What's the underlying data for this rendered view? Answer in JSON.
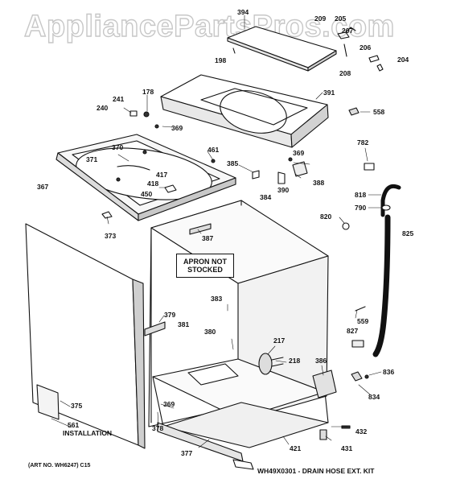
{
  "watermark": "AppliancePartsPros.com",
  "callouts": [
    {
      "id": "394",
      "label": "394"
    },
    {
      "id": "209",
      "label": "209"
    },
    {
      "id": "205",
      "label": "205"
    },
    {
      "id": "207",
      "label": "207"
    },
    {
      "id": "198",
      "label": "198"
    },
    {
      "id": "206",
      "label": "206"
    },
    {
      "id": "204",
      "label": "204"
    },
    {
      "id": "208",
      "label": "208"
    },
    {
      "id": "178",
      "label": "178"
    },
    {
      "id": "241",
      "label": "241"
    },
    {
      "id": "240",
      "label": "240"
    },
    {
      "id": "391",
      "label": "391"
    },
    {
      "id": "558",
      "label": "558"
    },
    {
      "id": "369a",
      "label": "369"
    },
    {
      "id": "782",
      "label": "782"
    },
    {
      "id": "370",
      "label": "370"
    },
    {
      "id": "461",
      "label": "461"
    },
    {
      "id": "369b",
      "label": "369"
    },
    {
      "id": "371",
      "label": "371"
    },
    {
      "id": "417",
      "label": "417"
    },
    {
      "id": "385",
      "label": "385"
    },
    {
      "id": "418",
      "label": "418"
    },
    {
      "id": "367",
      "label": "367"
    },
    {
      "id": "390",
      "label": "390"
    },
    {
      "id": "388",
      "label": "388"
    },
    {
      "id": "450",
      "label": "450"
    },
    {
      "id": "384",
      "label": "384"
    },
    {
      "id": "818",
      "label": "818"
    },
    {
      "id": "790",
      "label": "790"
    },
    {
      "id": "820",
      "label": "820"
    },
    {
      "id": "373",
      "label": "373"
    },
    {
      "id": "387",
      "label": "387"
    },
    {
      "id": "825",
      "label": "825"
    },
    {
      "id": "383",
      "label": "383"
    },
    {
      "id": "379",
      "label": "379"
    },
    {
      "id": "559",
      "label": "559"
    },
    {
      "id": "381",
      "label": "381"
    },
    {
      "id": "380",
      "label": "380"
    },
    {
      "id": "827",
      "label": "827"
    },
    {
      "id": "217",
      "label": "217"
    },
    {
      "id": "218",
      "label": "218"
    },
    {
      "id": "386",
      "label": "386"
    },
    {
      "id": "836",
      "label": "836"
    },
    {
      "id": "375",
      "label": "375"
    },
    {
      "id": "834",
      "label": "834"
    },
    {
      "id": "369c",
      "label": "369"
    },
    {
      "id": "561",
      "label": "561"
    },
    {
      "id": "378",
      "label": "378"
    },
    {
      "id": "432",
      "label": "432"
    },
    {
      "id": "421",
      "label": "421"
    },
    {
      "id": "431",
      "label": "431"
    },
    {
      "id": "377",
      "label": "377"
    }
  ],
  "notes": {
    "apron_line1": "APRON NOT",
    "apron_line2": "STOCKED",
    "installation_number": "561",
    "installation_label": "INSTALLATION",
    "art_number": "(ART NO. WH6247) C15",
    "kit_note": "WH49X0301 - DRAIN HOSE EXT. KIT"
  }
}
